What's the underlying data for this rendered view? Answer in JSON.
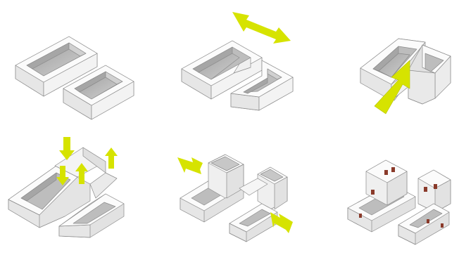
{
  "colors": {
    "background": "#ffffff",
    "wall_top": "#fbfbfb",
    "wall_outer_side": "#eeeeee",
    "wall_outer_front": "#e0e0e0",
    "court_floor": "#b9b9b9",
    "court_wall_lit": "#d3d3d3",
    "court_wall_shadow": "#a6a6a6",
    "edge": "#8a8a8a",
    "arrow": "#d6e300",
    "window": "#8a3a2a"
  },
  "arrow_icons": [
    "double-arrow-horizontal",
    "arrow-up-diagonal",
    "arrow-down",
    "arrow-up",
    "arrow-left",
    "arrow-right"
  ]
}
